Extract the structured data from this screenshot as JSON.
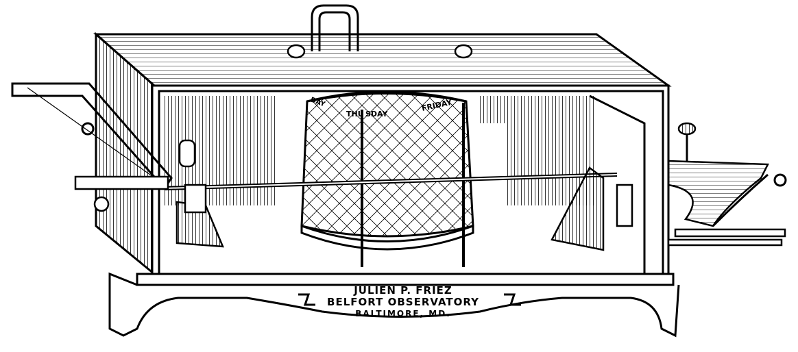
{
  "drum_labels": {
    "day_partial": "DAY",
    "thursday_left": "THU",
    "thursday_right": "SDAY",
    "friday": "FRIDAY"
  },
  "plaque": {
    "line1": "JULIEN P. FRIEZ",
    "line2": "BELFORT OBSERVATORY",
    "line3": "BALTIMORE, MD."
  }
}
